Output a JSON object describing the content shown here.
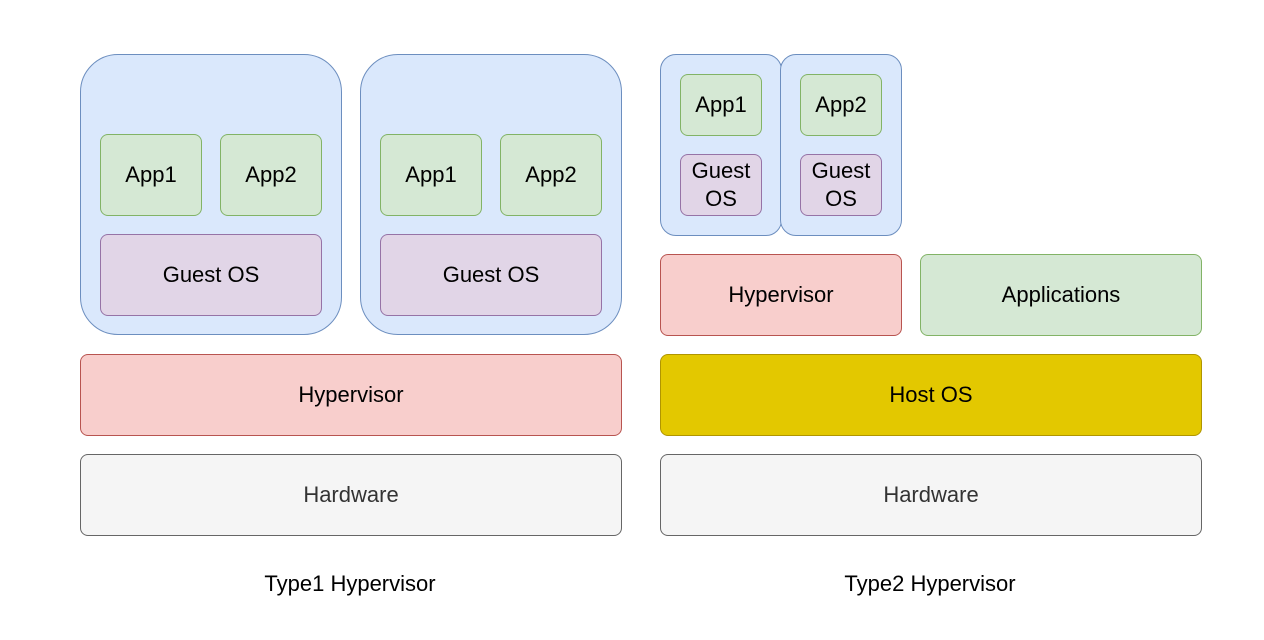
{
  "type1": {
    "caption": "Type1 Hypervisor",
    "vm1": {
      "app1": "App1",
      "app2": "App2",
      "guest_os": "Guest OS"
    },
    "vm2": {
      "app1": "App1",
      "app2": "App2",
      "guest_os": "Guest OS"
    },
    "hypervisor": "Hypervisor",
    "hardware": "Hardware"
  },
  "type2": {
    "caption": "Type2 Hypervisor",
    "vm1": {
      "app": "App1",
      "guest_os": "Guest\nOS"
    },
    "vm2": {
      "app": "App2",
      "guest_os": "Guest\nOS"
    },
    "hypervisor": "Hypervisor",
    "applications": "Applications",
    "host_os": "Host OS",
    "hardware": "Hardware"
  },
  "colors": {
    "vm_fill": "#dae8fc",
    "app_fill": "#d5e8d4",
    "guest_os_fill": "#e1d5e7",
    "hypervisor_fill": "#f8cecc",
    "host_os_fill": "#e3c800",
    "hardware_fill": "#f5f5f5"
  }
}
